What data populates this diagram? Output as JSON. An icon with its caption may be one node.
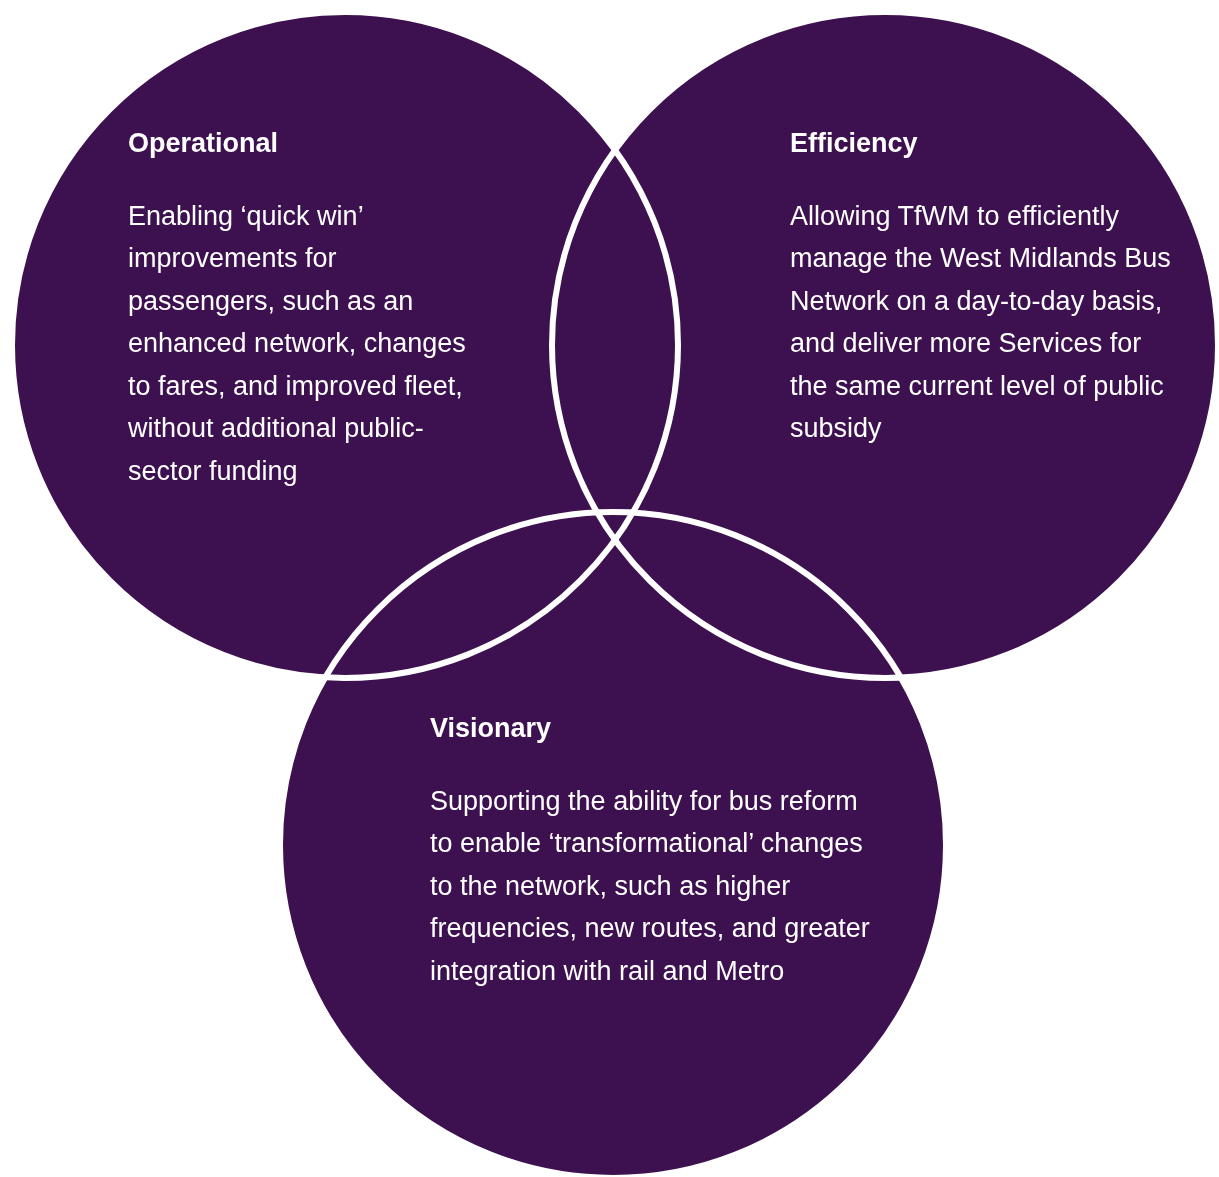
{
  "diagram": {
    "nodes": [
      {
        "text": [
          "Operational",
          "Enabling ‘quick win’ improvements for passengers, such as an enhanced network, changes to fares, and improved fleet, without additional public-sector funding"
        ]
      },
      {
        "text": [
          "Efficiency",
          "Allowing TfWM to efficiently manage the West Midlands Bus Network on a day-to-day basis, and deliver more Services for the same current level of public subsidy"
        ]
      },
      {
        "text": [
          "Visionary",
          "Supporting the ability for bus reform to enable ‘transformational’ changes to the network, such as higher frequencies, new routes, and greater integration with rail and Metro"
        ]
      }
    ]
  }
}
